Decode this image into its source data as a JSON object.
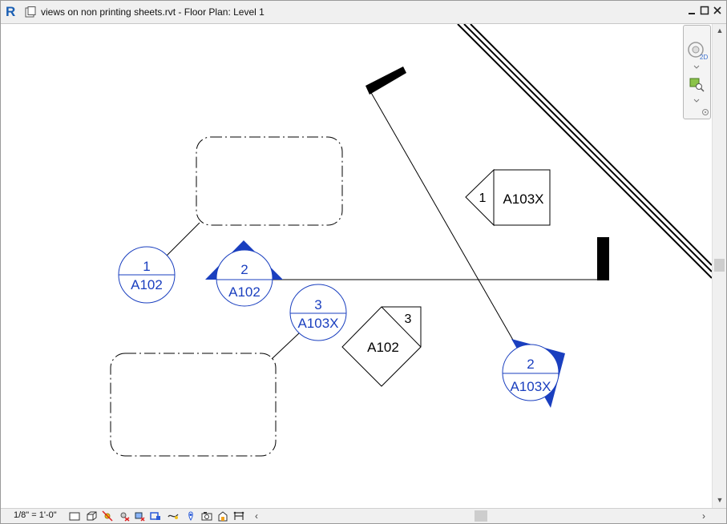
{
  "titlebar": {
    "app_icon": "R",
    "title": "views on non printing sheets.rvt - Floor Plan: Level 1",
    "minimize_icon": "minimize-icon",
    "restore_icon": "restore-icon",
    "close_icon": "close-icon"
  },
  "canvas": {
    "section_left": {
      "number": "1",
      "sheet": "A102"
    },
    "section_mid": {
      "number": "2",
      "sheet": "A102"
    },
    "section_lower": {
      "number": "3",
      "sheet": "A103X"
    },
    "section_right": {
      "number": "2",
      "sheet": "A103X"
    },
    "elev_top": {
      "number": "1",
      "sheet": "A103X"
    },
    "elev_diamond": {
      "number": "3",
      "sheet": "A102"
    },
    "colors": {
      "tag_blue": "#1a3fbf",
      "black": "#000000"
    }
  },
  "navbar": {
    "wheel_label": "2D"
  },
  "statusbar": {
    "scale": "1/8\" = 1'-0\""
  }
}
